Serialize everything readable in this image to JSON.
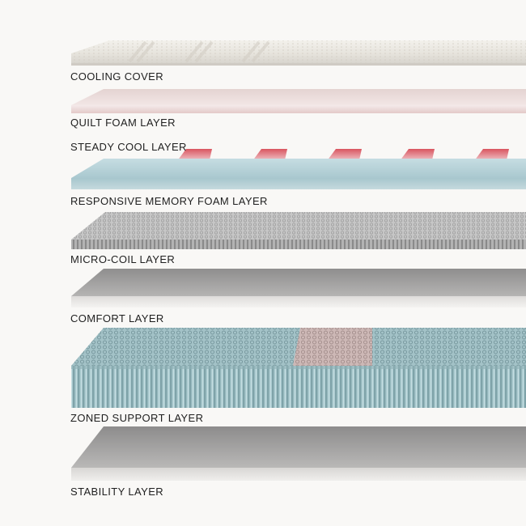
{
  "layers": [
    {
      "label": "COOLING COVER"
    },
    {
      "label": "QUILT FOAM LAYER"
    },
    {
      "label": "STEADY COOL LAYER"
    },
    {
      "label": "RESPONSIVE MEMORY FOAM LAYER"
    },
    {
      "label": "MICRO-COIL LAYER"
    },
    {
      "label": "COMFORT LAYER"
    },
    {
      "label": "ZONED SUPPORT LAYER"
    },
    {
      "label": "STABILITY LAYER"
    }
  ],
  "colors": {
    "background": "#f9f8f6",
    "cover": "#ece9e2",
    "quilt": "#ecd9d8",
    "cool_strip_warm": "#d9545f",
    "cool_strip_cold": "#e9f3f5",
    "memory_foam": "#b9d4da",
    "micro_coil": "#9a9a9a",
    "comfort": "#9e9d9d",
    "zoned_blue": "#9bbcc1",
    "zoned_pink": "#cbb6b4",
    "stability": "#9f9e9e"
  }
}
